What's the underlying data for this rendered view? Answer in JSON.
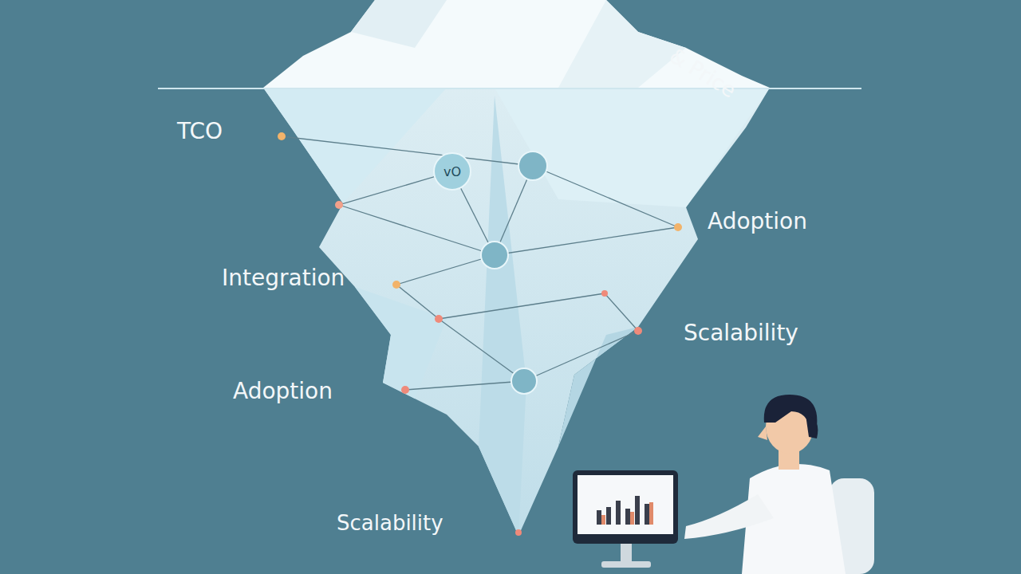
{
  "diagram": {
    "nodes": [
      {
        "text": [
          "vO"
        ]
      }
    ],
    "labels": [
      "& Price",
      "TCO",
      "Adoption",
      "Integration",
      "Scalability",
      "Adoption",
      "Scalability"
    ]
  }
}
